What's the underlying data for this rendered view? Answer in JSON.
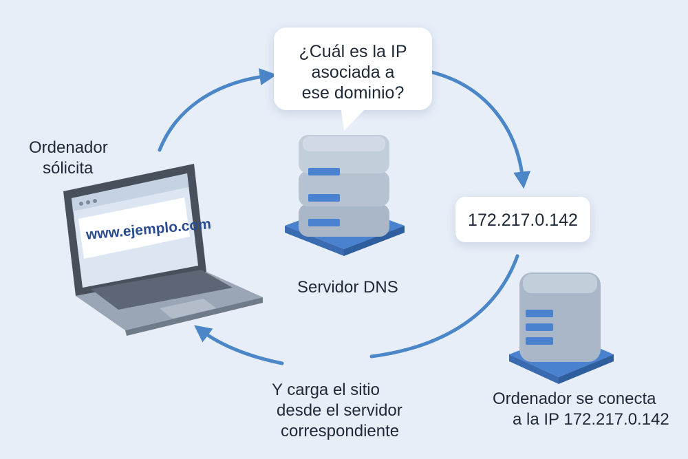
{
  "question_bubble": {
    "lines": [
      "¿Cuál es la IP",
      "asociada a",
      "ese dominio?"
    ]
  },
  "ip_bubble": {
    "text": "172.217.0.142"
  },
  "laptop": {
    "url": "www.ejemplo.com",
    "label_lines": [
      "Ordenador",
      "sólicita"
    ]
  },
  "dns_server": {
    "label": "Servidor DNS"
  },
  "web_server": {
    "label_lines": [
      "Ordenador se conecta",
      "a la IP 172.217.0.142"
    ]
  },
  "return_step": {
    "label_lines": [
      "Y carga el sitio",
      "desde el servidor",
      "correspondiente"
    ]
  },
  "colors": {
    "background": "#e7eef8",
    "arrow": "#4a86c8",
    "server_gray": "#a9b7c8",
    "server_blue": "#4a82cf",
    "laptop_body": "#8d9aaa"
  }
}
